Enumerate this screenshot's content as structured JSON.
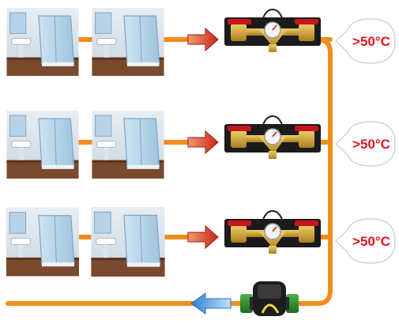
{
  "rows": [
    {
      "temperature_label": ">50°C"
    },
    {
      "temperature_label": ">50°C"
    },
    {
      "temperature_label": ">50°C"
    }
  ],
  "colors": {
    "pipe": "#f28c1a",
    "supply_arrow": "#d8362a",
    "return_arrow": "#3d8fd6",
    "temperature_text": "#e0161f",
    "valve_handle": "#c8141c",
    "valve_brass": "#c9a23a",
    "pump_green": "#2f8a2e"
  },
  "icons": [
    "bathroom-image",
    "thermostatic-valve-icon",
    "circulation-pump-icon",
    "arrow-right-icon",
    "arrow-left-icon"
  ]
}
